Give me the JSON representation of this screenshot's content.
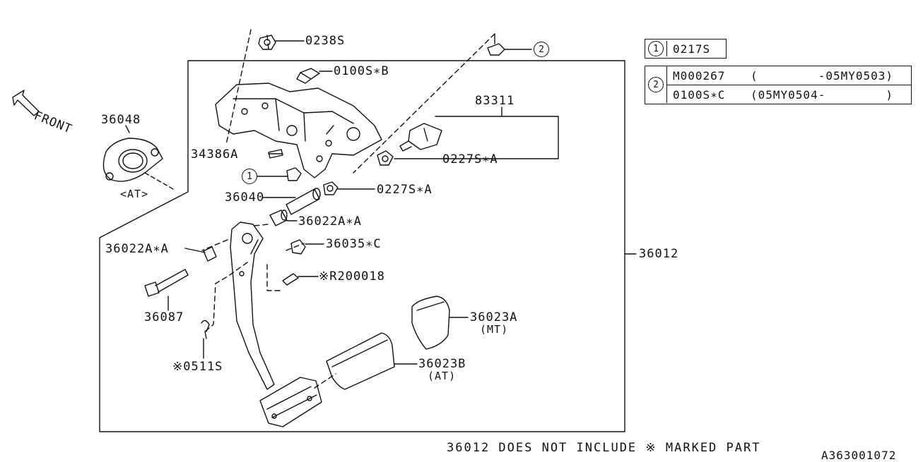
{
  "front_label": "FRONT",
  "parts": {
    "p0238S": "0238S",
    "p0100SB": "0100S∗B",
    "p83311": "83311",
    "p36048": "36048",
    "at1": "<AT>",
    "p34386A": "34386A",
    "p0227SA_1": "0227S∗A",
    "callout1": "1",
    "callout2": "2",
    "p0227SA_2": "0227S∗A",
    "p36040": "36040",
    "p36022AA_1": "36022A∗A",
    "p36022AA_2": "36022A∗A",
    "p36035C": "36035∗C",
    "pR200018": "※R200018",
    "p36012": "36012",
    "p36087": "36087",
    "p36023A": "36023A",
    "mt": "(MT)",
    "p0511S": "※0511S",
    "p36023B": "36023B",
    "at2": "(AT)"
  },
  "legend": {
    "box1": {
      "num": "1",
      "part": "0217S"
    },
    "box2": [
      {
        "part": "M000267",
        "range": "(        -05MY0503)"
      },
      {
        "part": "0100S∗C",
        "range": "(05MY0504-        )"
      }
    ],
    "num2": "2"
  },
  "footer_note": "36012 DOES NOT INCLUDE ※ MARKED PART",
  "diagram_id": "A363001072"
}
